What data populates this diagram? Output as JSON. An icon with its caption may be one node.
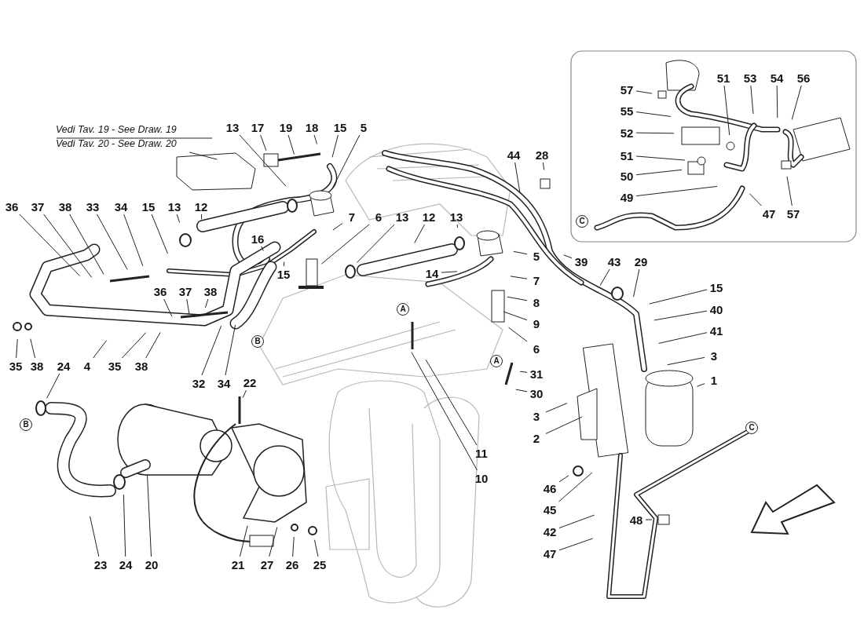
{
  "diagram": {
    "nodes": [
      {
        "text": [
          "Vedi Tav. 19 - See Draw. 19",
          "Vedi Tav. 20 - See Draw. 20"
        ]
      },
      {
        "text": [
          "13"
        ]
      },
      {
        "text": [
          "17"
        ]
      },
      {
        "text": [
          "19"
        ]
      },
      {
        "text": [
          "18"
        ]
      },
      {
        "text": [
          "15"
        ]
      },
      {
        "text": [
          "5"
        ]
      },
      {
        "text": [
          "36"
        ]
      },
      {
        "text": [
          "37"
        ]
      },
      {
        "text": [
          "38"
        ]
      },
      {
        "text": [
          "33"
        ]
      },
      {
        "text": [
          "34"
        ]
      },
      {
        "text": [
          "15"
        ]
      },
      {
        "text": [
          "13"
        ]
      },
      {
        "text": [
          "12"
        ]
      },
      {
        "text": [
          "7"
        ]
      },
      {
        "text": [
          "6"
        ]
      },
      {
        "text": [
          "13"
        ]
      },
      {
        "text": [
          "12"
        ]
      },
      {
        "text": [
          "13"
        ]
      },
      {
        "text": [
          "16"
        ]
      },
      {
        "text": [
          "15"
        ]
      },
      {
        "text": [
          "14"
        ]
      },
      {
        "text": [
          "5"
        ]
      },
      {
        "text": [
          "7"
        ]
      },
      {
        "text": [
          "8"
        ]
      },
      {
        "text": [
          "9"
        ]
      },
      {
        "text": [
          "6"
        ]
      },
      {
        "text": [
          "36"
        ]
      },
      {
        "text": [
          "37"
        ]
      },
      {
        "text": [
          "38"
        ]
      },
      {
        "text": [
          "35"
        ]
      },
      {
        "text": [
          "38"
        ]
      },
      {
        "text": [
          "24"
        ]
      },
      {
        "text": [
          "4"
        ]
      },
      {
        "text": [
          "35"
        ]
      },
      {
        "text": [
          "38"
        ]
      },
      {
        "text": [
          "32"
        ]
      },
      {
        "text": [
          "34"
        ]
      },
      {
        "text": [
          "22"
        ]
      },
      {
        "text": [
          "44"
        ]
      },
      {
        "text": [
          "28"
        ]
      },
      {
        "text": [
          "39"
        ]
      },
      {
        "text": [
          "43"
        ]
      },
      {
        "text": [
          "29"
        ]
      },
      {
        "text": [
          "15"
        ]
      },
      {
        "text": [
          "40"
        ]
      },
      {
        "text": [
          "41"
        ]
      },
      {
        "text": [
          "3"
        ]
      },
      {
        "text": [
          "1"
        ]
      },
      {
        "text": [
          "31"
        ]
      },
      {
        "text": [
          "30"
        ]
      },
      {
        "text": [
          "3"
        ]
      },
      {
        "text": [
          "2"
        ]
      },
      {
        "text": [
          "11"
        ]
      },
      {
        "text": [
          "10"
        ]
      },
      {
        "text": [
          "46"
        ]
      },
      {
        "text": [
          "45"
        ]
      },
      {
        "text": [
          "48"
        ]
      },
      {
        "text": [
          "42"
        ]
      },
      {
        "text": [
          "47"
        ]
      },
      {
        "text": [
          "23"
        ]
      },
      {
        "text": [
          "24"
        ]
      },
      {
        "text": [
          "20"
        ]
      },
      {
        "text": [
          "21"
        ]
      },
      {
        "text": [
          "27"
        ]
      },
      {
        "text": [
          "26"
        ]
      },
      {
        "text": [
          "25"
        ]
      },
      {
        "text": [
          "51"
        ]
      },
      {
        "text": [
          "53"
        ]
      },
      {
        "text": [
          "54"
        ]
      },
      {
        "text": [
          "56"
        ]
      },
      {
        "text": [
          "57"
        ]
      },
      {
        "text": [
          "55"
        ]
      },
      {
        "text": [
          "52"
        ]
      },
      {
        "text": [
          "51"
        ]
      },
      {
        "text": [
          "50"
        ]
      },
      {
        "text": [
          "49"
        ]
      },
      {
        "text": [
          "47"
        ]
      },
      {
        "text": [
          "57"
        ]
      }
    ],
    "edges": [
      {
        "from": 0,
        "to": null,
        "arrow": "none"
      },
      {
        "from": 1,
        "to": null,
        "arrow": "none"
      },
      {
        "from": 2,
        "to": null,
        "arrow": "none"
      },
      {
        "from": 3,
        "to": null,
        "arrow": "none"
      },
      {
        "from": 4,
        "to": null,
        "arrow": "none"
      },
      {
        "from": 5,
        "to": null,
        "arrow": "none"
      },
      {
        "from": 6,
        "to": null,
        "arrow": "none"
      },
      {
        "from": 7,
        "to": null,
        "arrow": "none"
      },
      {
        "from": 8,
        "to": null,
        "arrow": "none"
      },
      {
        "from": 9,
        "to": null,
        "arrow": "none"
      },
      {
        "from": 10,
        "to": null,
        "arrow": "none"
      },
      {
        "from": 11,
        "to": null,
        "arrow": "none"
      },
      {
        "from": 12,
        "to": null,
        "arrow": "none"
      },
      {
        "from": 13,
        "to": null,
        "arrow": "none"
      },
      {
        "from": 14,
        "to": null,
        "arrow": "none"
      },
      {
        "from": 15,
        "to": null,
        "arrow": "none"
      },
      {
        "from": 16,
        "to": null,
        "arrow": "none"
      },
      {
        "from": 17,
        "to": null,
        "arrow": "none"
      },
      {
        "from": 18,
        "to": null,
        "arrow": "none"
      },
      {
        "from": 19,
        "to": null,
        "arrow": "none"
      },
      {
        "from": 20,
        "to": null,
        "arrow": "none"
      },
      {
        "from": 21,
        "to": null,
        "arrow": "none"
      },
      {
        "from": 22,
        "to": null,
        "arrow": "none"
      },
      {
        "from": 23,
        "to": null,
        "arrow": "none"
      },
      {
        "from": 24,
        "to": null,
        "arrow": "none"
      },
      {
        "from": 25,
        "to": null,
        "arrow": "none"
      },
      {
        "from": 26,
        "to": null,
        "arrow": "none"
      },
      {
        "from": 27,
        "to": null,
        "arrow": "none"
      },
      {
        "from": 28,
        "to": null,
        "arrow": "none"
      },
      {
        "from": 29,
        "to": null,
        "arrow": "none"
      },
      {
        "from": 30,
        "to": null,
        "arrow": "none"
      },
      {
        "from": 31,
        "to": null,
        "arrow": "none"
      },
      {
        "from": 32,
        "to": null,
        "arrow": "none"
      },
      {
        "from": 33,
        "to": null,
        "arrow": "none"
      },
      {
        "from": 34,
        "to": null,
        "arrow": "none"
      },
      {
        "from": 35,
        "to": null,
        "arrow": "none"
      },
      {
        "from": 36,
        "to": null,
        "arrow": "none"
      },
      {
        "from": 37,
        "to": null,
        "arrow": "none"
      },
      {
        "from": 38,
        "to": null,
        "arrow": "none"
      },
      {
        "from": 39,
        "to": null,
        "arrow": "none"
      },
      {
        "from": 40,
        "to": null,
        "arrow": "none"
      },
      {
        "from": 41,
        "to": null,
        "arrow": "none"
      },
      {
        "from": 42,
        "to": null,
        "arrow": "none"
      },
      {
        "from": 43,
        "to": null,
        "arrow": "none"
      },
      {
        "from": 44,
        "to": null,
        "arrow": "none"
      },
      {
        "from": 45,
        "to": null,
        "arrow": "none"
      },
      {
        "from": 46,
        "to": null,
        "arrow": "none"
      },
      {
        "from": 47,
        "to": null,
        "arrow": "none"
      },
      {
        "from": 48,
        "to": null,
        "arrow": "none"
      },
      {
        "from": 49,
        "to": null,
        "arrow": "none"
      },
      {
        "from": 50,
        "to": null,
        "arrow": "none"
      },
      {
        "from": 51,
        "to": null,
        "arrow": "none"
      },
      {
        "from": 52,
        "to": null,
        "arrow": "none"
      },
      {
        "from": 53,
        "to": null,
        "arrow": "none"
      },
      {
        "from": 54,
        "to": null,
        "arrow": "none"
      },
      {
        "from": 55,
        "to": null,
        "arrow": "none"
      },
      {
        "from": 56,
        "to": null,
        "arrow": "none"
      },
      {
        "from": 57,
        "to": null,
        "arrow": "none"
      },
      {
        "from": 58,
        "to": null,
        "arrow": "none"
      },
      {
        "from": 59,
        "to": null,
        "arrow": "none"
      },
      {
        "from": 60,
        "to": null,
        "arrow": "none"
      },
      {
        "from": 61,
        "to": null,
        "arrow": "none"
      },
      {
        "from": 62,
        "to": null,
        "arrow": "none"
      },
      {
        "from": 63,
        "to": null,
        "arrow": "none"
      },
      {
        "from": 64,
        "to": null,
        "arrow": "none"
      },
      {
        "from": 65,
        "to": null,
        "arrow": "none"
      },
      {
        "from": 66,
        "to": null,
        "arrow": "none"
      },
      {
        "from": 67,
        "to": null,
        "arrow": "none"
      },
      {
        "from": 68,
        "to": null,
        "arrow": "none"
      },
      {
        "from": 69,
        "to": null,
        "arrow": "none"
      },
      {
        "from": 70,
        "to": null,
        "arrow": "none"
      },
      {
        "from": 71,
        "to": null,
        "arrow": "none"
      },
      {
        "from": 72,
        "to": null,
        "arrow": "none"
      },
      {
        "from": 73,
        "to": null,
        "arrow": "none"
      },
      {
        "from": 74,
        "to": null,
        "arrow": "none"
      },
      {
        "from": 75,
        "to": null,
        "arrow": "none"
      },
      {
        "from": 76,
        "to": null,
        "arrow": "none"
      },
      {
        "from": 77,
        "to": null,
        "arrow": "none"
      },
      {
        "from": 78,
        "to": null,
        "arrow": "none"
      },
      {
        "from": 79,
        "to": null,
        "arrow": "none"
      }
    ],
    "labels": [
      "A",
      "A",
      "B",
      "B",
      "C",
      "C"
    ]
  }
}
